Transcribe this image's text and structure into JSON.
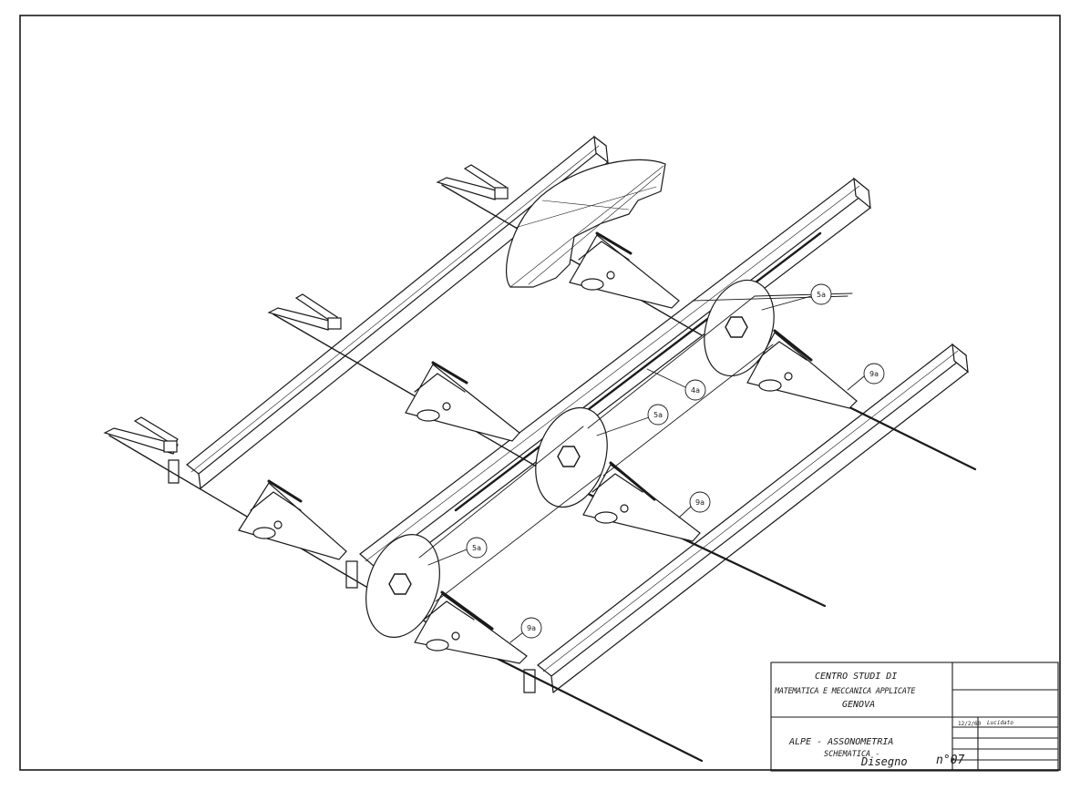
{
  "title_block": {
    "org_line_1": "CENTRO STUDI DI",
    "org_line_2": "MATEMATICA E MECCANICA APPLICATE",
    "org_line_3": "GENOVA",
    "date": "12/2/60",
    "status": "Lucidato",
    "title_line_1": "ALPE - ASSONOMETRIA",
    "title_line_2": "SCHEMATICA -",
    "title_line_3": "Disegno",
    "drawing_number": "n°07"
  },
  "labels": {
    "wheel_top_right": "5a",
    "wheel_middle": "5a",
    "wheel_bottom": "5a",
    "belt": "4a",
    "linkage_right": "9a",
    "linkage_middle": "9a",
    "linkage_bottom": "9a"
  },
  "colors": {
    "ink": "#1a1a1a",
    "paper": "#ffffff"
  }
}
